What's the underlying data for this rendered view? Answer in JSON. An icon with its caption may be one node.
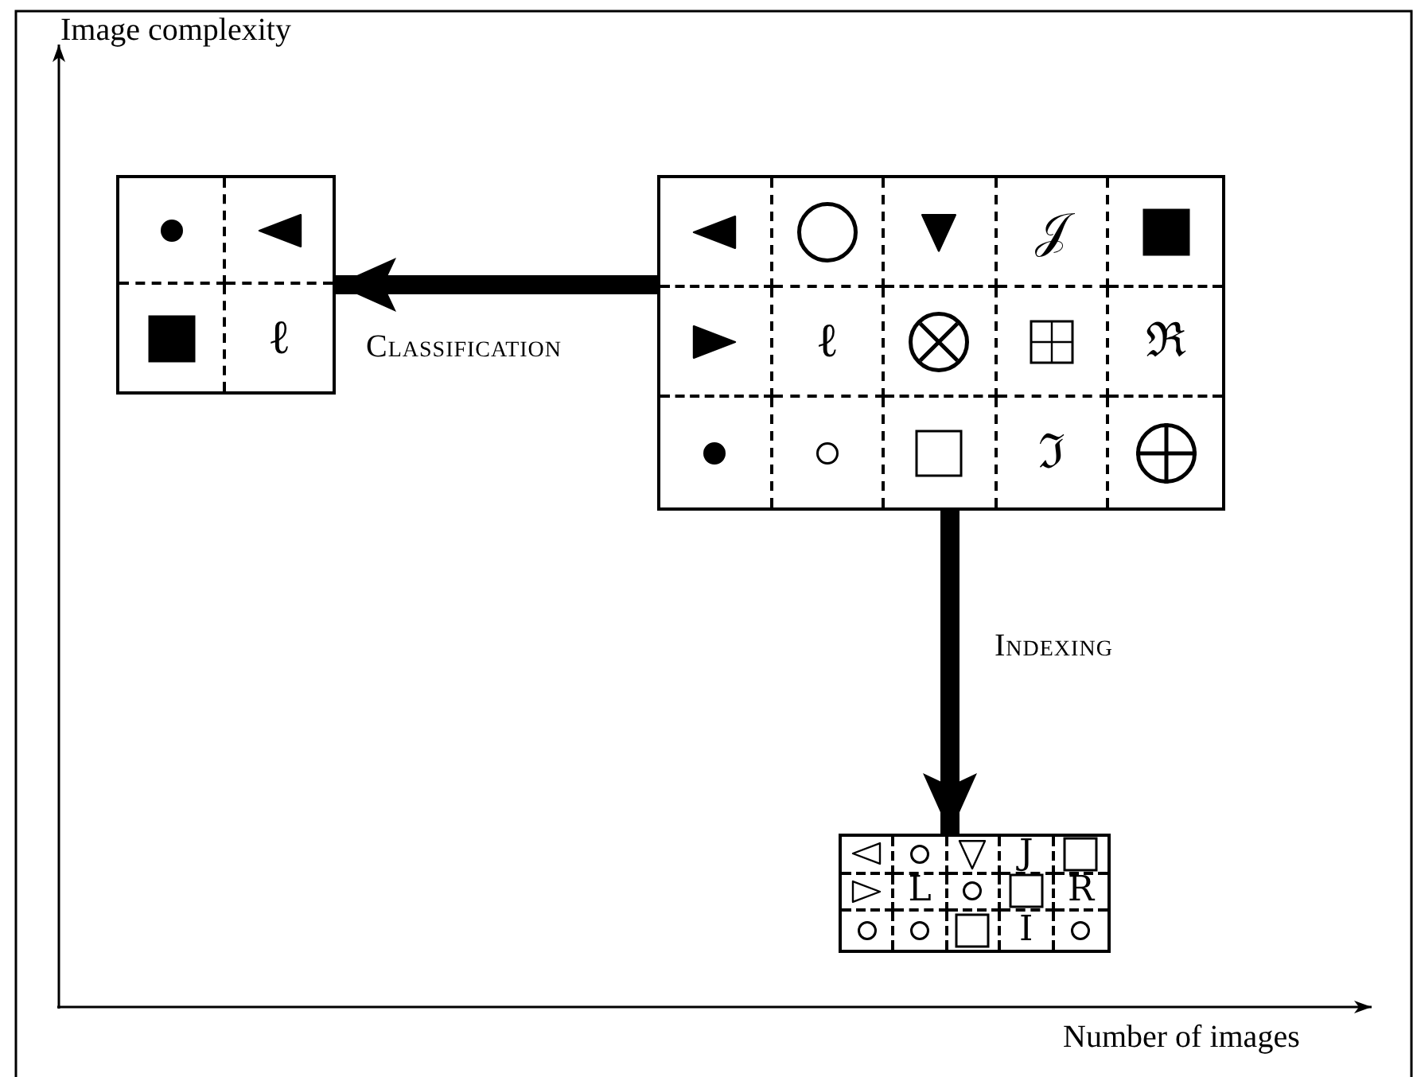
{
  "diagram": {
    "nodes": [
      {
        "text": [],
        "shape": "box"
      },
      {
        "text": [],
        "shape": "circle",
        "in": 0
      },
      {
        "text": [],
        "shape": "triangle",
        "in": 0
      },
      {
        "text": [],
        "shape": "box",
        "in": 0
      },
      {
        "text": [
          "ℓ"
        ],
        "in": 0
      },
      {
        "text": [],
        "shape": "box"
      },
      {
        "text": [],
        "shape": "triangle",
        "in": 5
      },
      {
        "text": [],
        "shape": "circle",
        "in": 5
      },
      {
        "text": [],
        "shape": "triangle",
        "in": 5
      },
      {
        "text": [
          "𝒥"
        ],
        "in": 5
      },
      {
        "text": [],
        "shape": "box",
        "in": 5
      },
      {
        "text": [],
        "shape": "triangle",
        "in": 5
      },
      {
        "text": [
          "ℓ"
        ],
        "in": 5
      },
      {
        "text": [],
        "shape": "circle",
        "in": 5
      },
      {
        "text": [],
        "shape": "box",
        "in": 5
      },
      {
        "text": [
          "ℜ"
        ],
        "in": 5
      },
      {
        "text": [],
        "shape": "circle",
        "in": 5
      },
      {
        "text": [],
        "shape": "circle",
        "in": 5
      },
      {
        "text": [],
        "shape": "box",
        "in": 5
      },
      {
        "text": [
          "ℑ"
        ],
        "in": 5
      },
      {
        "text": [],
        "shape": "circle",
        "in": 5
      },
      {
        "text": [],
        "shape": "box"
      },
      {
        "text": [],
        "shape": "triangle",
        "in": 21
      },
      {
        "text": [],
        "shape": "circle",
        "in": 21
      },
      {
        "text": [],
        "shape": "triangle",
        "in": 21
      },
      {
        "text": [
          "J"
        ],
        "in": 21
      },
      {
        "text": [],
        "shape": "box",
        "in": 21
      },
      {
        "text": [],
        "shape": "triangle",
        "in": 21
      },
      {
        "text": [
          "L"
        ],
        "in": 21
      },
      {
        "text": [],
        "shape": "circle",
        "in": 21
      },
      {
        "text": [],
        "shape": "box",
        "in": 21
      },
      {
        "text": [
          "R"
        ],
        "in": 21
      },
      {
        "text": [],
        "shape": "circle",
        "in": 21
      },
      {
        "text": [],
        "shape": "circle",
        "in": 21
      },
      {
        "text": [],
        "shape": "box",
        "in": 21
      },
      {
        "text": [
          "I"
        ],
        "in": 21
      },
      {
        "text": [],
        "shape": "circle",
        "in": 21
      }
    ],
    "edges": [
      {
        "from": 5,
        "to": 0,
        "arrow": "to",
        "label": "Classification"
      },
      {
        "from": 5,
        "to": 21,
        "arrow": "to",
        "label": "Indexing"
      }
    ],
    "labels": [
      "Image complexity",
      "Number of images"
    ]
  }
}
